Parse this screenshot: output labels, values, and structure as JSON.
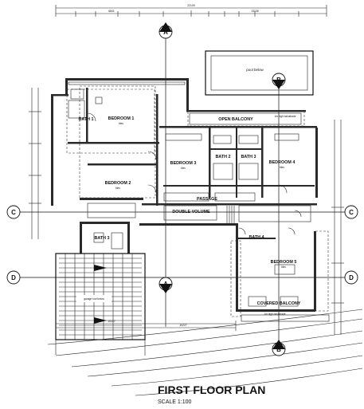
{
  "title": "FIRST FLOOR PLAN",
  "scale": "SCALE 1:100",
  "rooms": {
    "bedroom1": "BEDROOM 1",
    "bedroom2": "BEDROOM 2",
    "bedroom3": "BEDROOM 3",
    "bedroom4": "BEDROOM 4",
    "bedroom5": "BEDROOM 5",
    "bath1": "BATH 1",
    "bath2": "BATH 2",
    "bath3": "BATH 3",
    "bath3b": "BATH 3",
    "bath4": "BATH 4",
    "passage": "PASSAGE",
    "double_volume": "DOUBLE VOLUME",
    "open_balcony": "OPEN BALCONY",
    "covered_balcony": "COVERED BALCONY"
  },
  "notes": {
    "pool_below": "pool below",
    "garage_roof_below": "garage roof below",
    "tiles": "tiles",
    "high_balustrade": "1m high balustrade"
  },
  "section_markers": {
    "a": "A",
    "b": "B",
    "c": "C",
    "d": "D"
  },
  "dimensions": {
    "top_total": "22100",
    "top_left": "6841",
    "top_right": "13106",
    "bottom_left": "10227",
    "bottom_mid": "10227"
  }
}
